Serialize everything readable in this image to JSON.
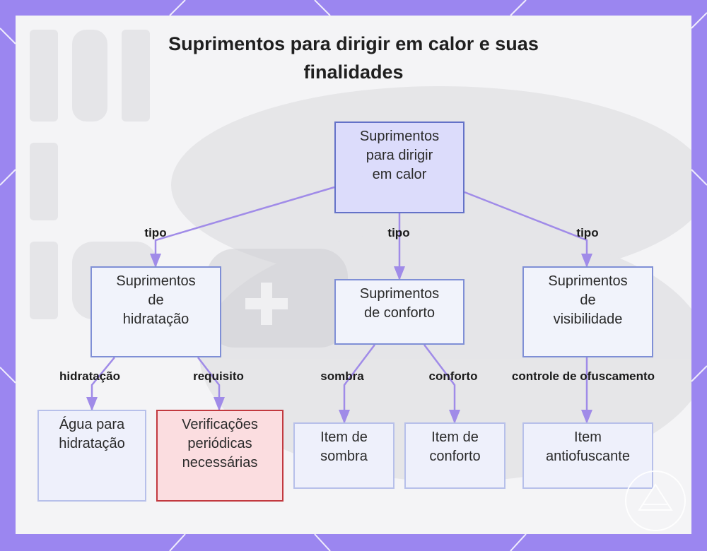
{
  "title": "Suprimentos para dirigir em calor e suas finalidades",
  "nodes": {
    "root": "Suprimentos\npara dirigir\nem calor",
    "hydration": "Suprimentos\nde\nhidratação",
    "comfort": "Suprimentos\nde conforto",
    "visibility": "Suprimentos\nde\nvisibilidade",
    "water": "Água para\nhidratação",
    "checks": "Verificações\nperiódicas\nnecessárias",
    "shade_item": "Item de\nsombra",
    "comfort_item": "Item de\nconforto",
    "antiglare_item": "Item\nantiofuscante"
  },
  "edges": {
    "tipo_left": "tipo",
    "tipo_center": "tipo",
    "tipo_right": "tipo",
    "hidratacao": "hidratação",
    "requisito": "requisito",
    "sombra": "sombra",
    "conforto": "conforto",
    "ofuscamento": "controle de ofuscamento"
  },
  "colors": {
    "frame": "#9b86f0",
    "edge": "#a08be8",
    "root_fill": "#dcdcfb",
    "alert_border": "#c2393f",
    "alert_fill": "#fbdde0"
  }
}
